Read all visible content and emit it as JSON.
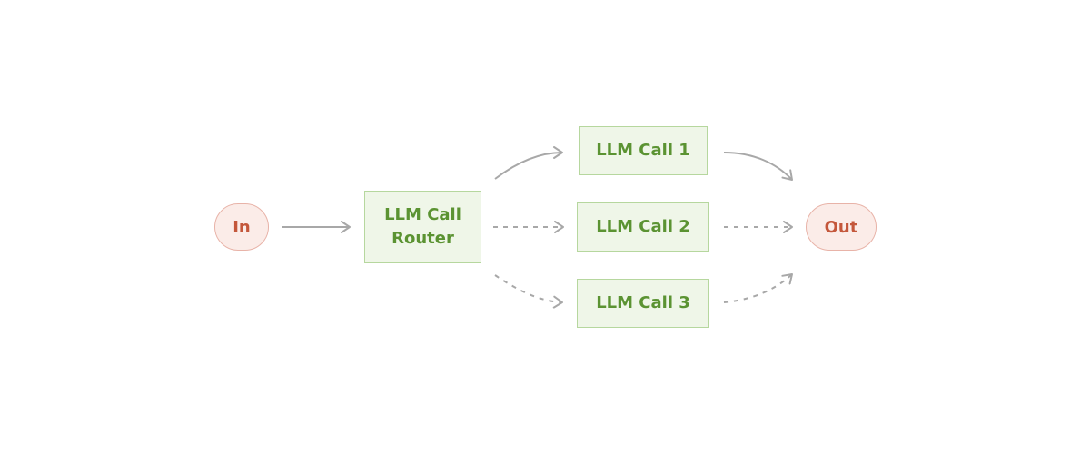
{
  "colors": {
    "terminal_fill": "#fbece8",
    "terminal_border": "#e8b3a8",
    "terminal_text": "#c4573b",
    "llm_fill": "#eff6e8",
    "llm_border": "#b6d79e",
    "llm_text": "#5b9332",
    "edge": "#a8a8a8"
  },
  "nodes": {
    "input": {
      "label": "In"
    },
    "router": {
      "line1": "LLM Call",
      "line2": "Router"
    },
    "call1": {
      "label": "LLM Call 1"
    },
    "call2": {
      "label": "LLM Call 2"
    },
    "call3": {
      "label": "LLM Call 3"
    },
    "output": {
      "label": "Out"
    }
  },
  "edges": [
    {
      "from": "input",
      "to": "router",
      "style": "solid"
    },
    {
      "from": "router",
      "to": "call1",
      "style": "solid"
    },
    {
      "from": "router",
      "to": "call2",
      "style": "dashed"
    },
    {
      "from": "router",
      "to": "call3",
      "style": "dashed"
    },
    {
      "from": "call1",
      "to": "output",
      "style": "solid"
    },
    {
      "from": "call2",
      "to": "output",
      "style": "dashed"
    },
    {
      "from": "call3",
      "to": "output",
      "style": "dashed"
    }
  ]
}
